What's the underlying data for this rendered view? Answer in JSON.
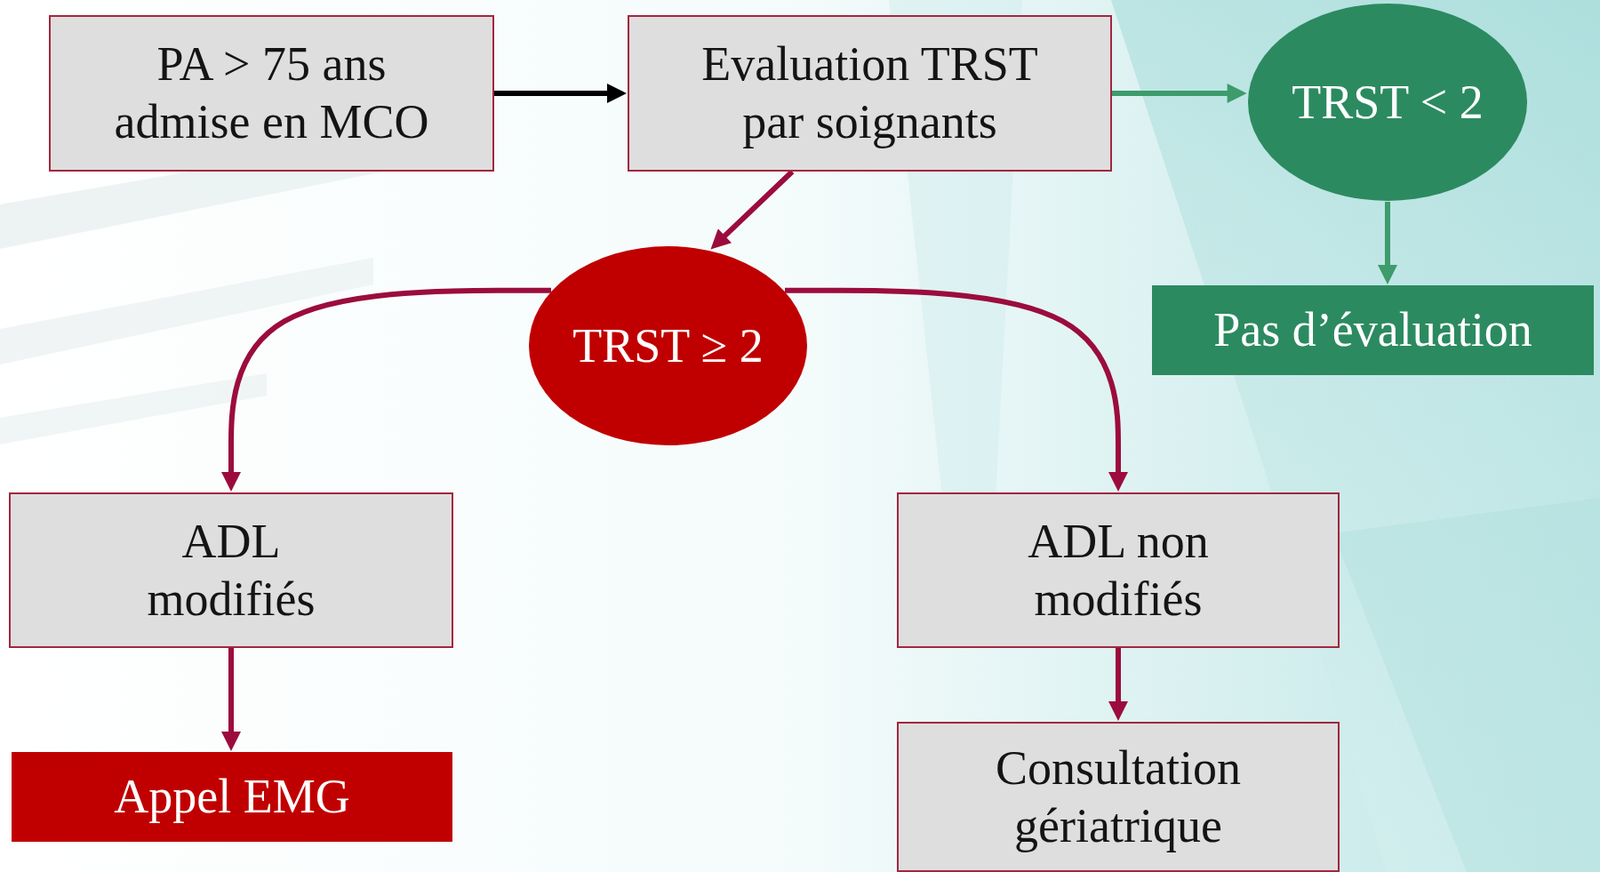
{
  "diagram": {
    "nodes": [
      {
        "text": [
          "PA > 75 ans admise en MCO"
        ]
      },
      {
        "text": [
          "Evaluation TRST par soignants"
        ]
      },
      {
        "text": [
          "TRST < 2"
        ]
      },
      {
        "text": [
          "TRST ≥ 2"
        ]
      },
      {
        "text": [
          "Pas d’évaluation"
        ]
      },
      {
        "text": [
          "ADL modifiés"
        ]
      },
      {
        "text": [
          "ADL non modifiés"
        ]
      },
      {
        "text": [
          "Appel EMG"
        ]
      },
      {
        "text": [
          "Consultation gériatrique"
        ]
      }
    ],
    "edges": [
      {
        "from": 0,
        "to": 1,
        "arrow": "to"
      },
      {
        "from": 1,
        "to": 2,
        "arrow": "to"
      },
      {
        "from": 1,
        "to": 3,
        "arrow": "to"
      },
      {
        "from": 2,
        "to": 4,
        "arrow": "to"
      },
      {
        "from": 3,
        "to": 5,
        "arrow": "to"
      },
      {
        "from": 3,
        "to": 6,
        "arrow": "to"
      },
      {
        "from": 5,
        "to": 7,
        "arrow": "to"
      },
      {
        "from": 6,
        "to": 8,
        "arrow": "to"
      }
    ]
  }
}
